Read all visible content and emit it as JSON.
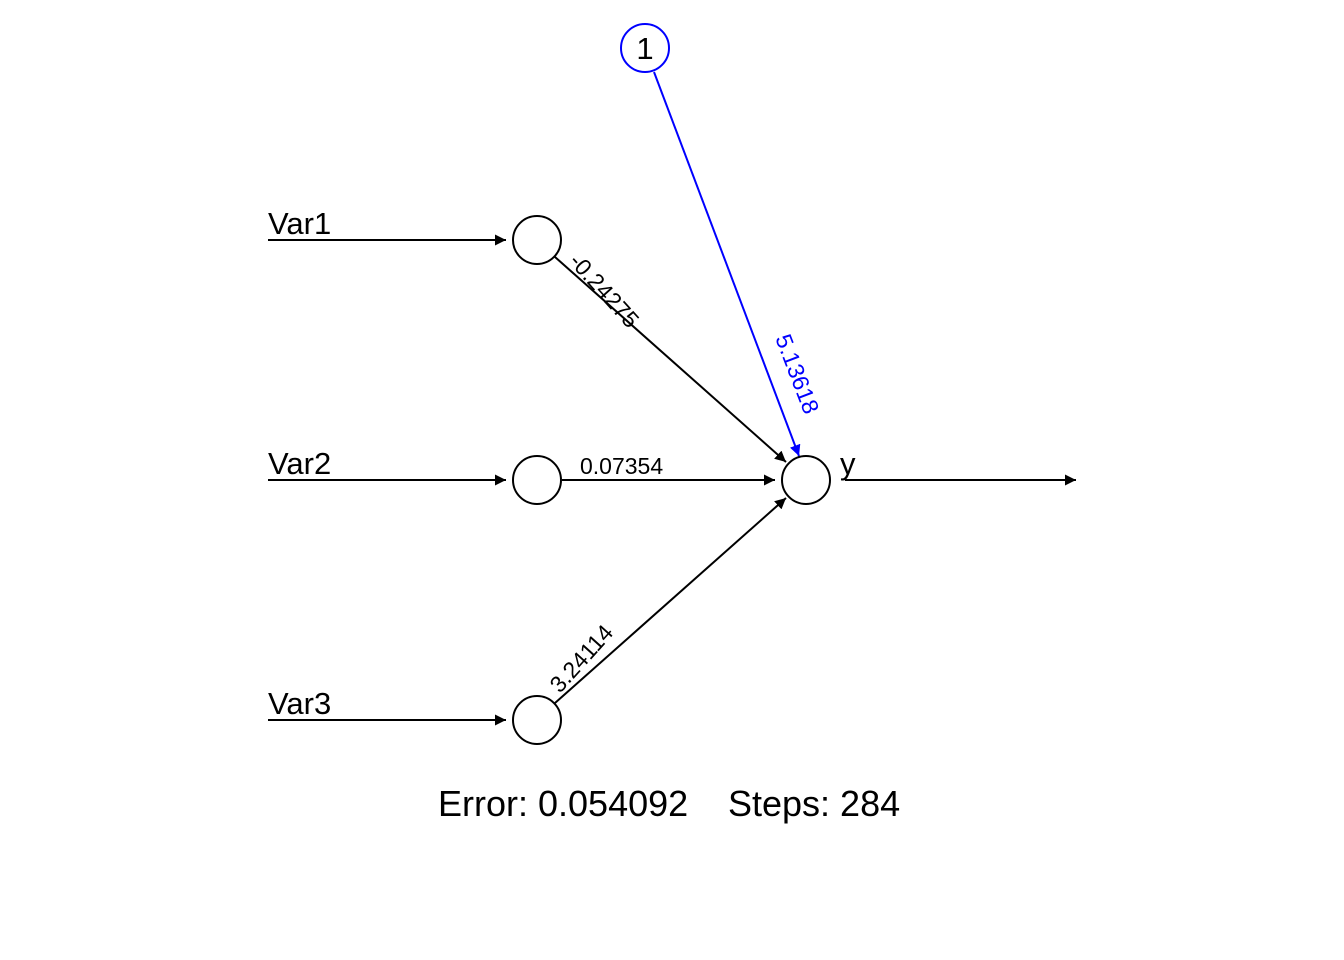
{
  "diagram": {
    "title": "",
    "colors": {
      "edge": "#000000",
      "bias": "#0000ff",
      "node_fill": "#ffffff"
    },
    "inputs": [
      {
        "label": "Var1"
      },
      {
        "label": "Var2"
      },
      {
        "label": "Var3"
      }
    ],
    "output": {
      "label": "y"
    },
    "weights": [
      {
        "from": "Var1",
        "to": "y",
        "value": "-0.24275"
      },
      {
        "from": "Var2",
        "to": "y",
        "value": "0.07354"
      },
      {
        "from": "Var3",
        "to": "y",
        "value": "3.24114"
      }
    ],
    "bias": {
      "label": "1",
      "value": "5.13618"
    },
    "footer": {
      "error": "Error: 0.054092",
      "steps": "Steps: 284"
    }
  }
}
